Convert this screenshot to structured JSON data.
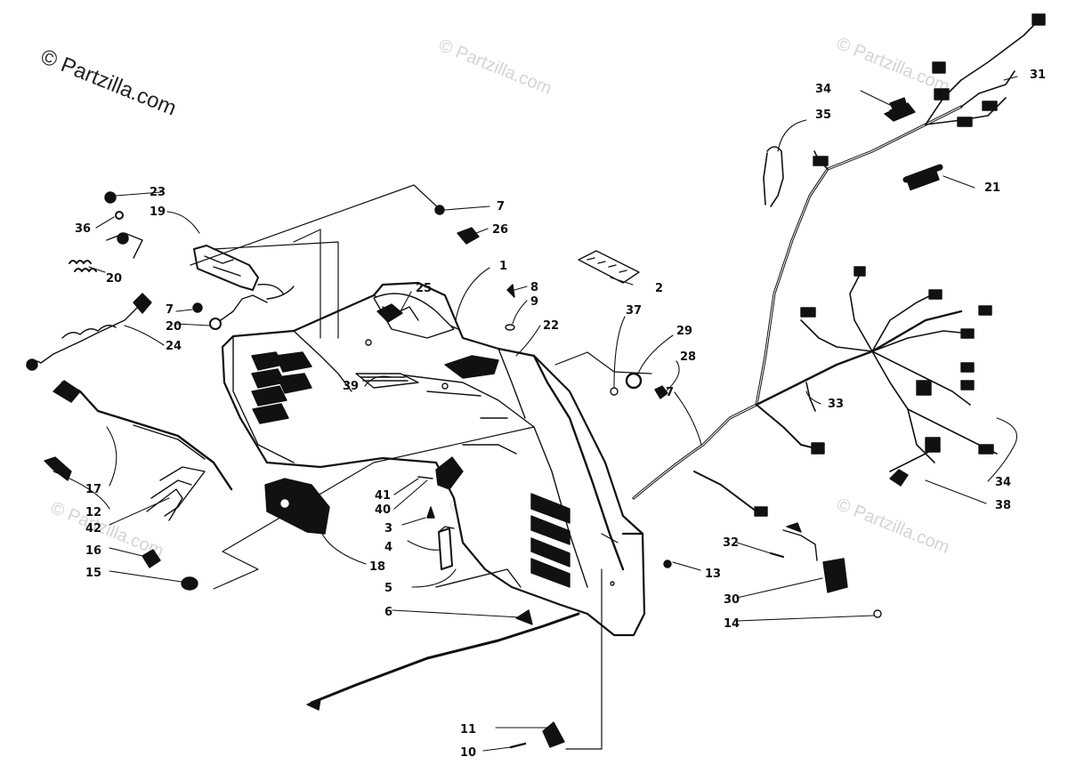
{
  "watermark": {
    "main": "© Partzilla.com",
    "faint": "© Partzilla.com"
  },
  "callouts": [
    "1",
    "2",
    "3",
    "4",
    "5",
    "6",
    "7",
    "7",
    "8",
    "9",
    "10",
    "11",
    "12",
    "13",
    "14",
    "15",
    "16",
    "17",
    "18",
    "19",
    "20",
    "20",
    "21",
    "22",
    "23",
    "24",
    "25",
    "26",
    "27",
    "28",
    "29",
    "30",
    "31",
    "32",
    "33",
    "34",
    "34",
    "35",
    "36",
    "37",
    "38",
    "39",
    "40",
    "41",
    "42"
  ]
}
